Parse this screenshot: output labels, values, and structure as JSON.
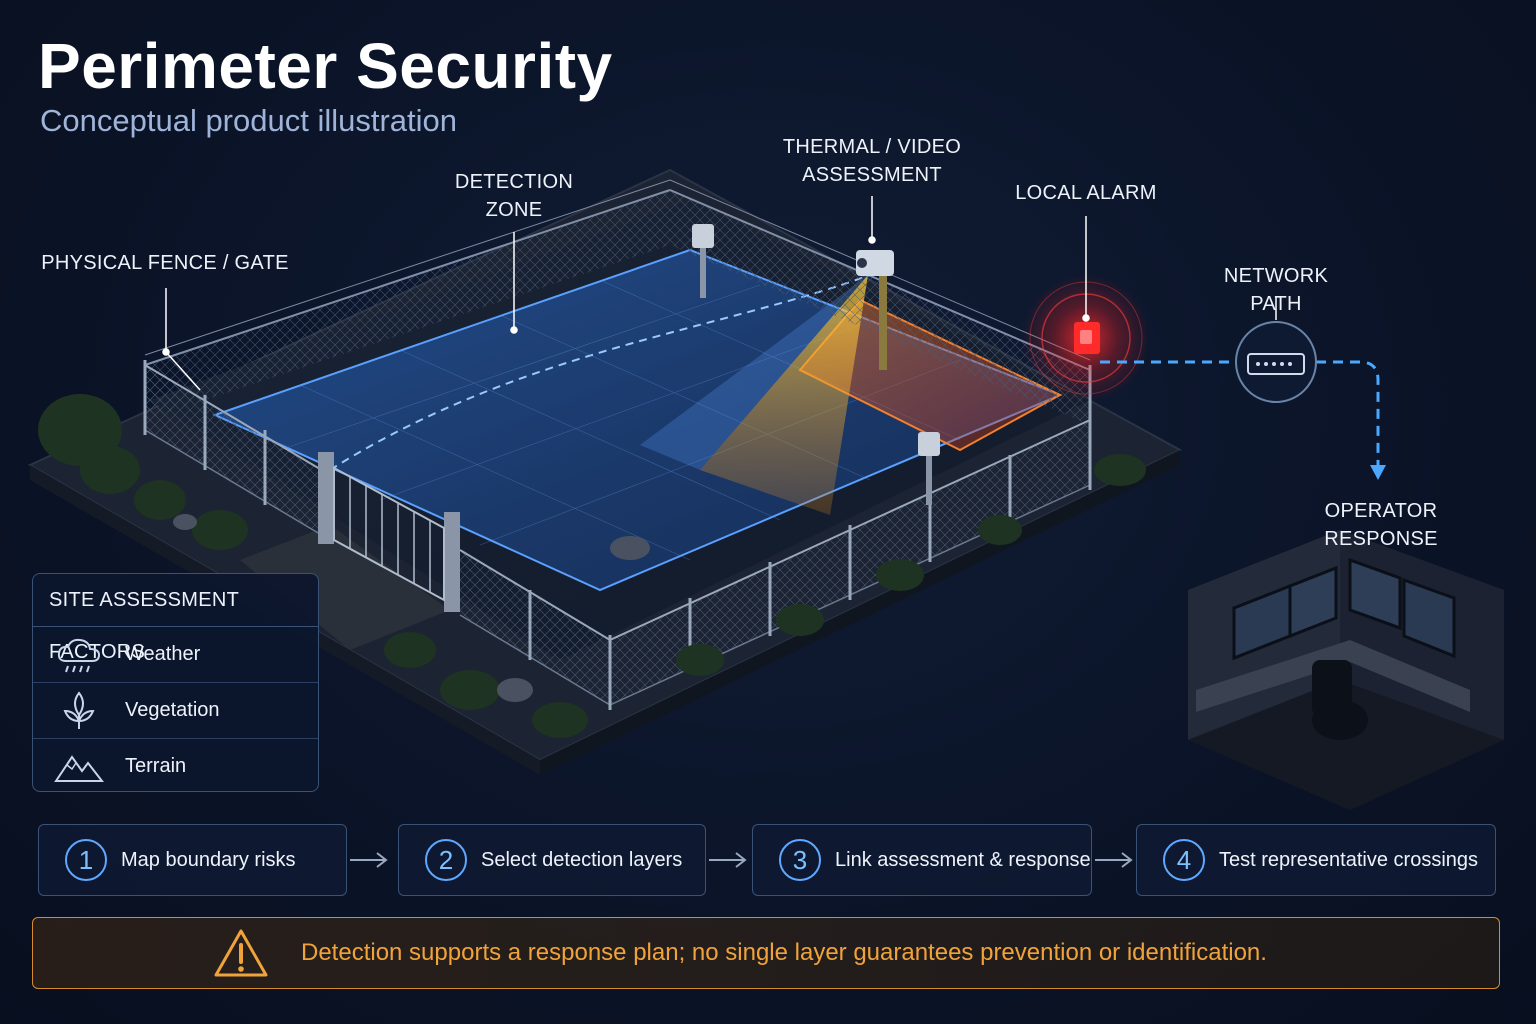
{
  "header": {
    "title": "Perimeter Security",
    "subtitle": "Conceptual product illustration"
  },
  "callouts": {
    "fence": "PHYSICAL FENCE / GATE",
    "detection": "DETECTION\nZONE",
    "thermal": "THERMAL / VIDEO\nASSESSMENT",
    "alarm": "LOCAL ALARM",
    "network": "NETWORK PATH",
    "operator": "OPERATOR RESPONSE"
  },
  "factors": {
    "title": "SITE ASSESSMENT FACTORS",
    "items": [
      {
        "label": "Weather",
        "icon": "cloud-rain-icon"
      },
      {
        "label": "Vegetation",
        "icon": "leaf-icon"
      },
      {
        "label": "Terrain",
        "icon": "mountain-icon"
      }
    ]
  },
  "steps": [
    {
      "num": "1",
      "label": "Map boundary risks"
    },
    {
      "num": "2",
      "label": "Select detection layers"
    },
    {
      "num": "3",
      "label": "Link assessment & response"
    },
    {
      "num": "4",
      "label": "Test representative crossings"
    }
  ],
  "warning": {
    "text": "Detection supports a response plan; no single layer guarantees prevention or identification.",
    "icon": "warning-triangle-icon"
  },
  "colors": {
    "detection_zone": "#2f7fe0",
    "thermal_cone": "#e0b030",
    "alarm": "#ff2a2a",
    "network_path": "#4aa8ff",
    "warning": "#f0a33a"
  }
}
